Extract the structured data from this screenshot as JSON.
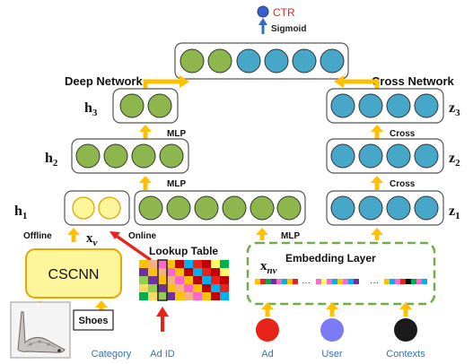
{
  "output": {
    "ctr": "CTR",
    "sigmoid": "Sigmoid"
  },
  "deep": {
    "title": "Deep Network",
    "h1": "h",
    "h1_sub": "1",
    "h2": "h",
    "h2_sub": "2",
    "h3": "h",
    "h3_sub": "3",
    "mlp": "MLP"
  },
  "cross": {
    "title": "Cross Network",
    "z1": "z",
    "z1_sub": "1",
    "z2": "z",
    "z2_sub": "2",
    "z3": "z",
    "z3_sub": "3",
    "label": "Cross"
  },
  "cscnn": {
    "label": "CSCNN",
    "offline": "Offline",
    "online": "Online",
    "xv": "x",
    "xv_sub": "v"
  },
  "lookup": {
    "label": "Lookup Table"
  },
  "embedding": {
    "label": "Embedding Layer",
    "xnv": "x",
    "xnv_sub": "nv",
    "ellipsis": "···",
    "mlp": "MLP"
  },
  "inputs": {
    "shoes": "Shoes",
    "category": "Category",
    "ad_id": "Ad ID",
    "ad": "Ad",
    "user": "User",
    "contexts": "Contexts"
  },
  "colors": {
    "green": "#8db64c",
    "teal": "#46a7c9",
    "yellow": "#fff59a",
    "arrow": "#ffc000",
    "red": "#e8231a",
    "ctr_dot": "#3a5fcd",
    "user": "#7b7bf5",
    "box_border": "#3a3a3a",
    "dashed": "#70ad47"
  }
}
